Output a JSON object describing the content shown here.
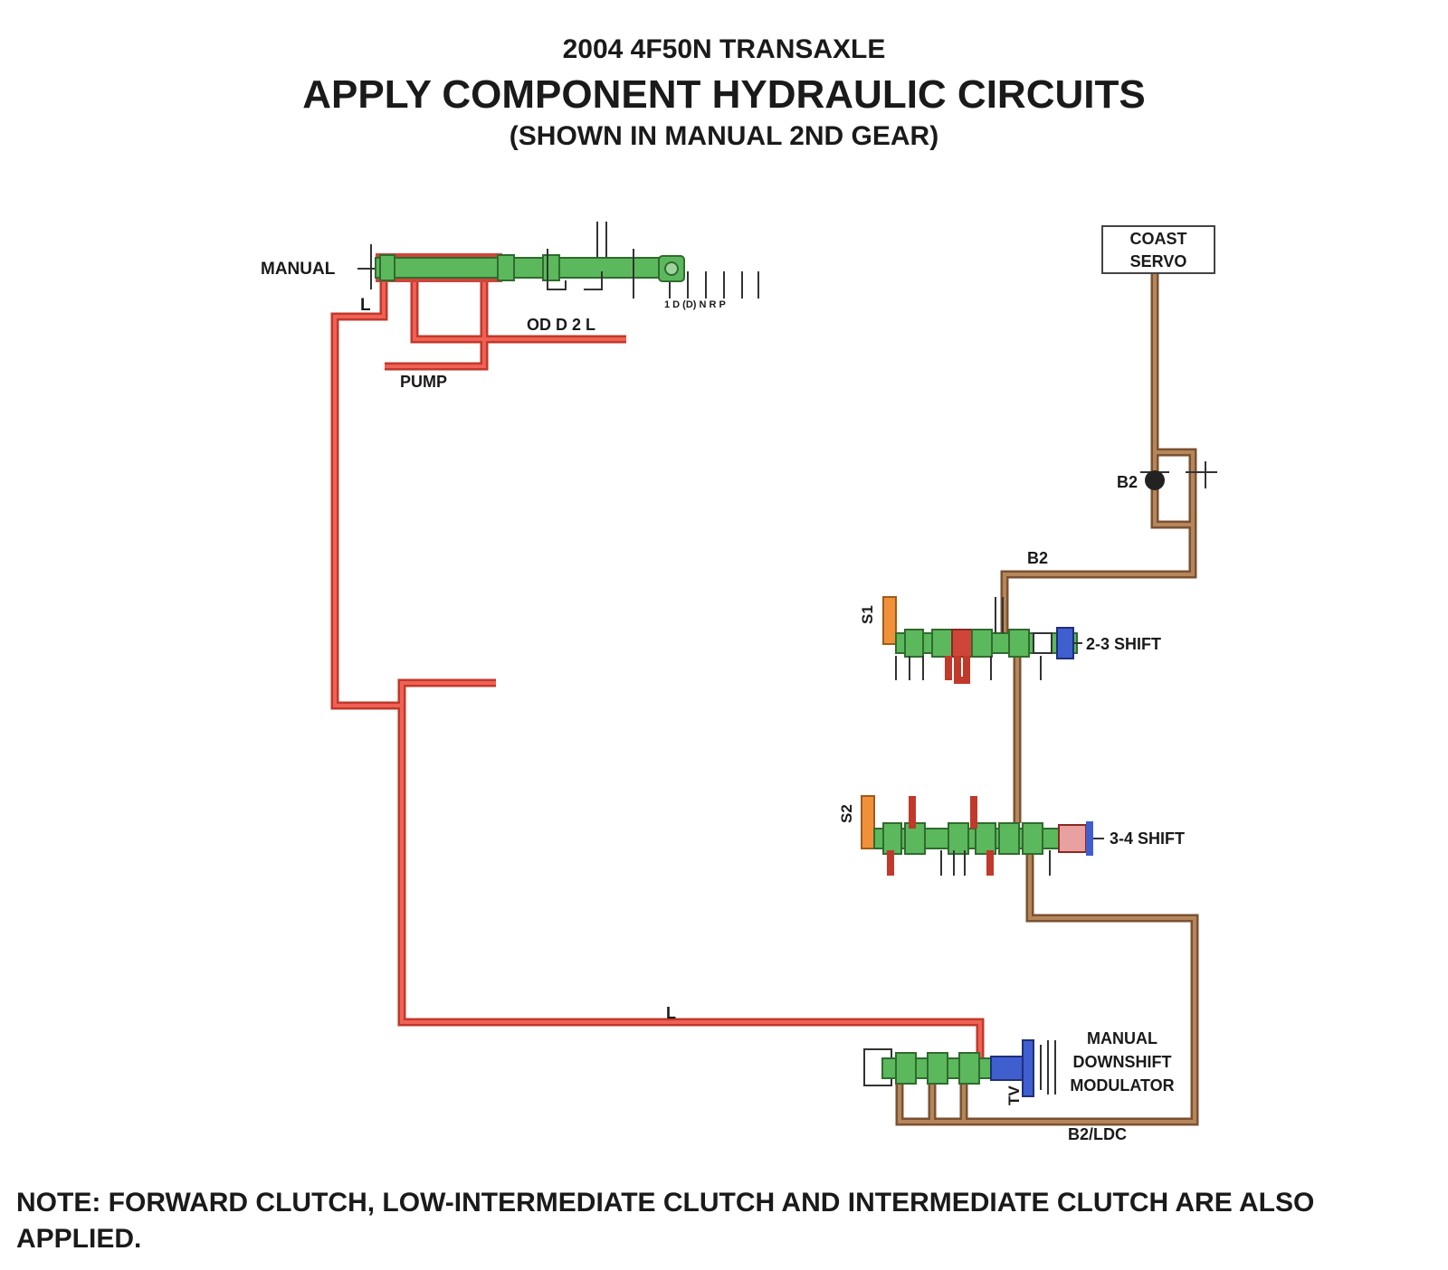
{
  "header": {
    "line1": "2004 4F50N TRANSAXLE",
    "line2": "APPLY COMPONENT HYDRAULIC CIRCUITS",
    "line3": "(SHOWN IN MANUAL 2ND GEAR)"
  },
  "labels": {
    "manual": "MANUAL",
    "l_top": "L",
    "positions": "1 D (D) N R P",
    "od_d_2_l": "OD D 2 L",
    "pump": "PUMP",
    "coast_servo_1": "COAST",
    "coast_servo_2": "SERVO",
    "b2_check": "B2",
    "b2_line": "B2",
    "s1": "S1",
    "shift_23": "2-3 SHIFT",
    "s2": "S2",
    "shift_34": "3-4 SHIFT",
    "l_bottom": "L",
    "mdm_1": "MANUAL",
    "mdm_2": "DOWNSHIFT",
    "mdm_3": "MODULATOR",
    "tv": "TV",
    "b2_ldc": "B2/LDC"
  },
  "note": "NOTE: FORWARD CLUTCH, LOW-INTERMEDIATE CLUTCH AND INTERMEDIATE CLUTCH ARE ALSO APPLIED.",
  "colors": {
    "line_pressure": "#e8483c",
    "b2_circuit": "#a0714a",
    "valve": "#5cb85c",
    "solenoid": "#f0913a",
    "tv": "#3f5fcf"
  }
}
